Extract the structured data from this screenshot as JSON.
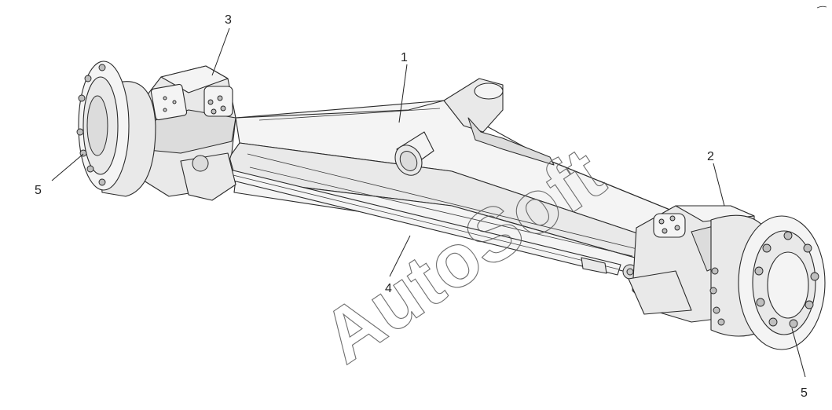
{
  "watermark": "AutoSoft",
  "callouts": [
    {
      "id": "c1",
      "text": "1"
    },
    {
      "id": "c2",
      "text": "2"
    },
    {
      "id": "c3",
      "text": "3"
    },
    {
      "id": "c4",
      "text": "4"
    },
    {
      "id": "c5a",
      "text": "5"
    },
    {
      "id": "c5b",
      "text": "5"
    }
  ]
}
